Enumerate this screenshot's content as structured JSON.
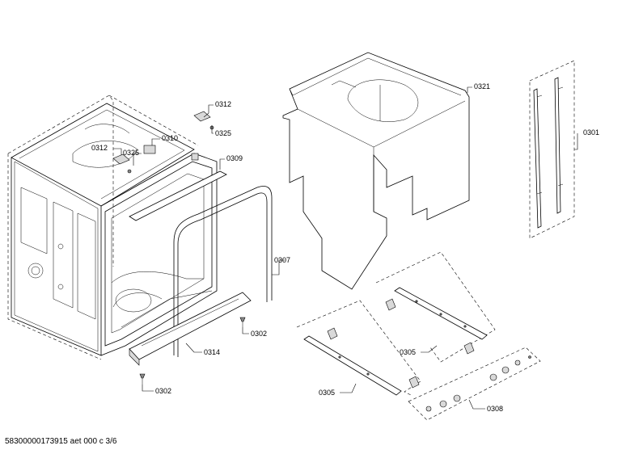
{
  "diagram": {
    "labels": {
      "p0312_top": "0312",
      "p0325_top": "0325",
      "p0312_left": "0312",
      "p0310": "0310",
      "p0325_left": "0325",
      "p0309": "0309",
      "p0321": "0321",
      "p0301": "0301",
      "p0307": "0307",
      "p0302_right": "0302",
      "p0314": "0314",
      "p0302_bottom": "0302",
      "p0305_upper": "0305",
      "p0305_lower": "0305",
      "p0308": "0308"
    }
  },
  "footer": {
    "text": "58300000173915 aet 000 c 3/6"
  }
}
